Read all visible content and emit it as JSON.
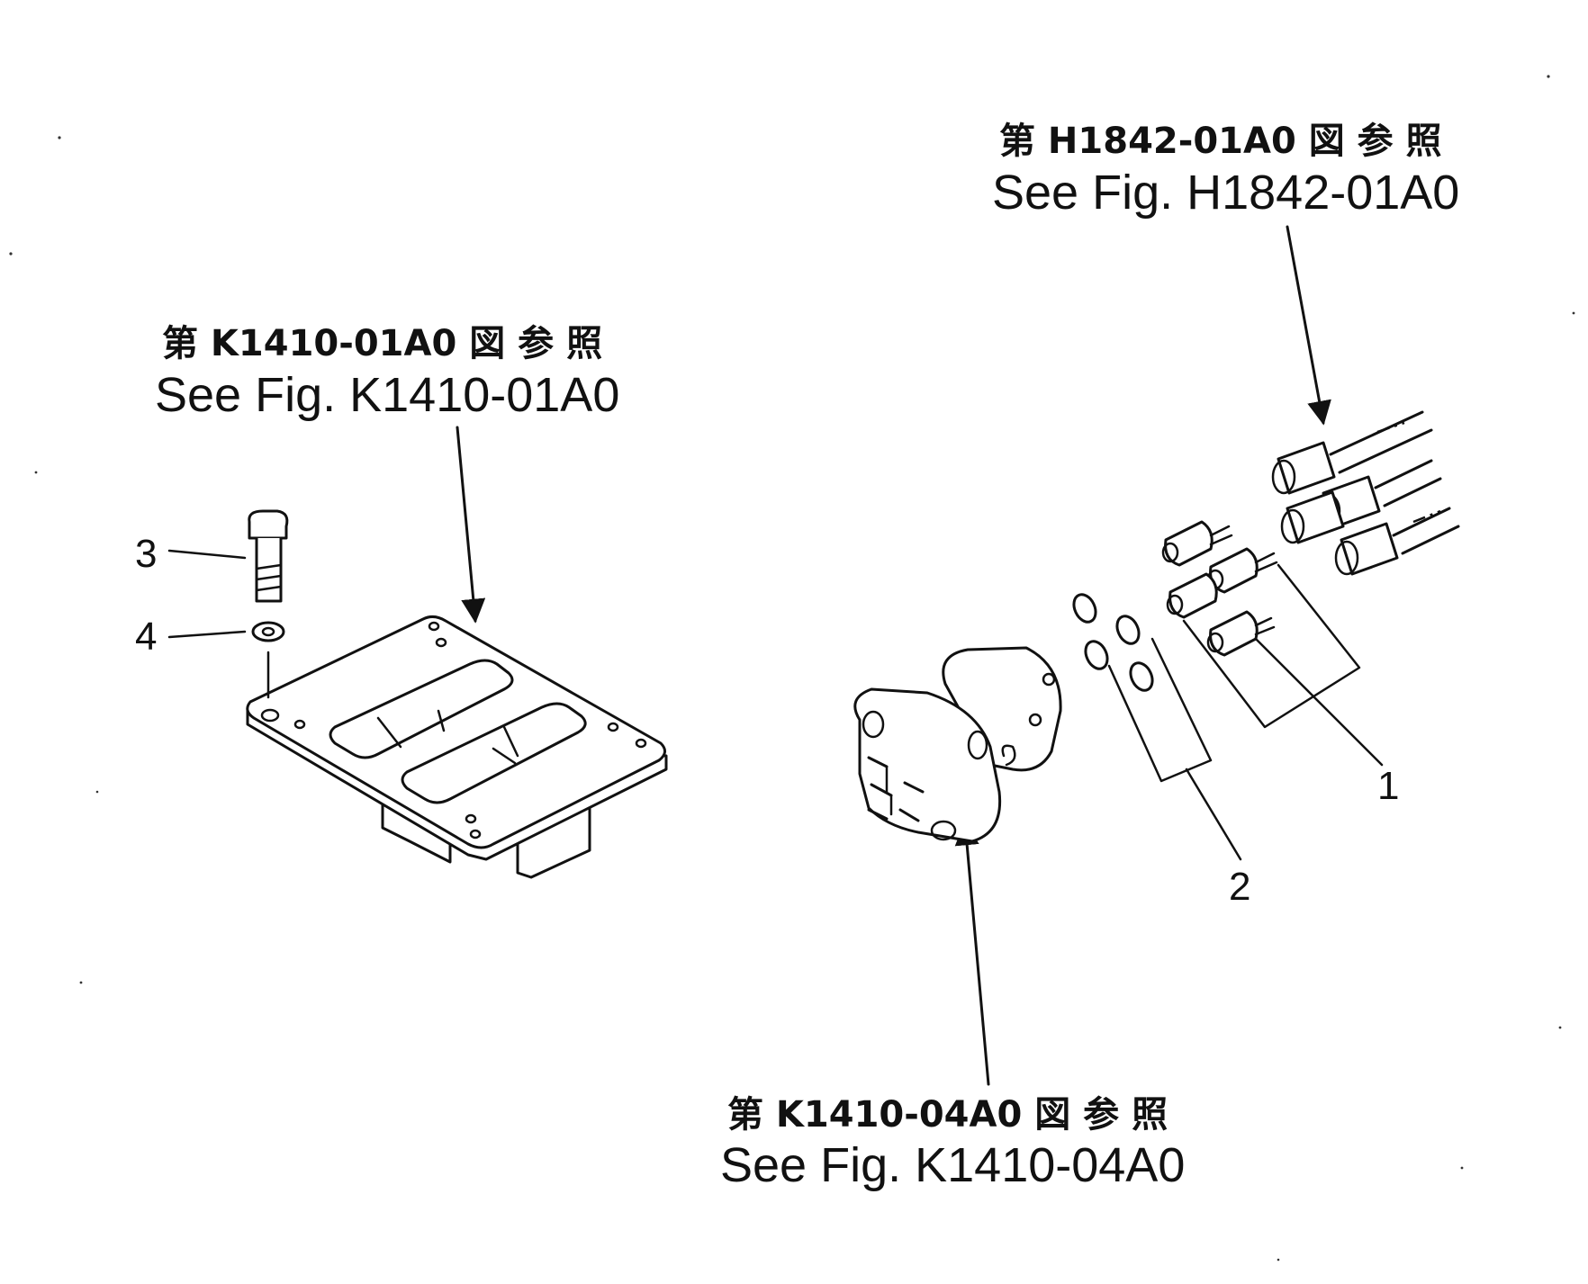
{
  "references": {
    "top_right": {
      "jp": "第 H1842-01A0 図 参 照",
      "en": "See Fig. H1842-01A0"
    },
    "left": {
      "jp": "第 K1410-01A0 図 参 照",
      "en": "See Fig. K1410-01A0"
    },
    "bottom": {
      "jp": "第 K1410-04A0 図 参 照",
      "en": "See Fig. K1410-04A0"
    }
  },
  "callouts": {
    "item_1": "1",
    "item_2": "2",
    "item_3": "3",
    "item_4": "4"
  }
}
